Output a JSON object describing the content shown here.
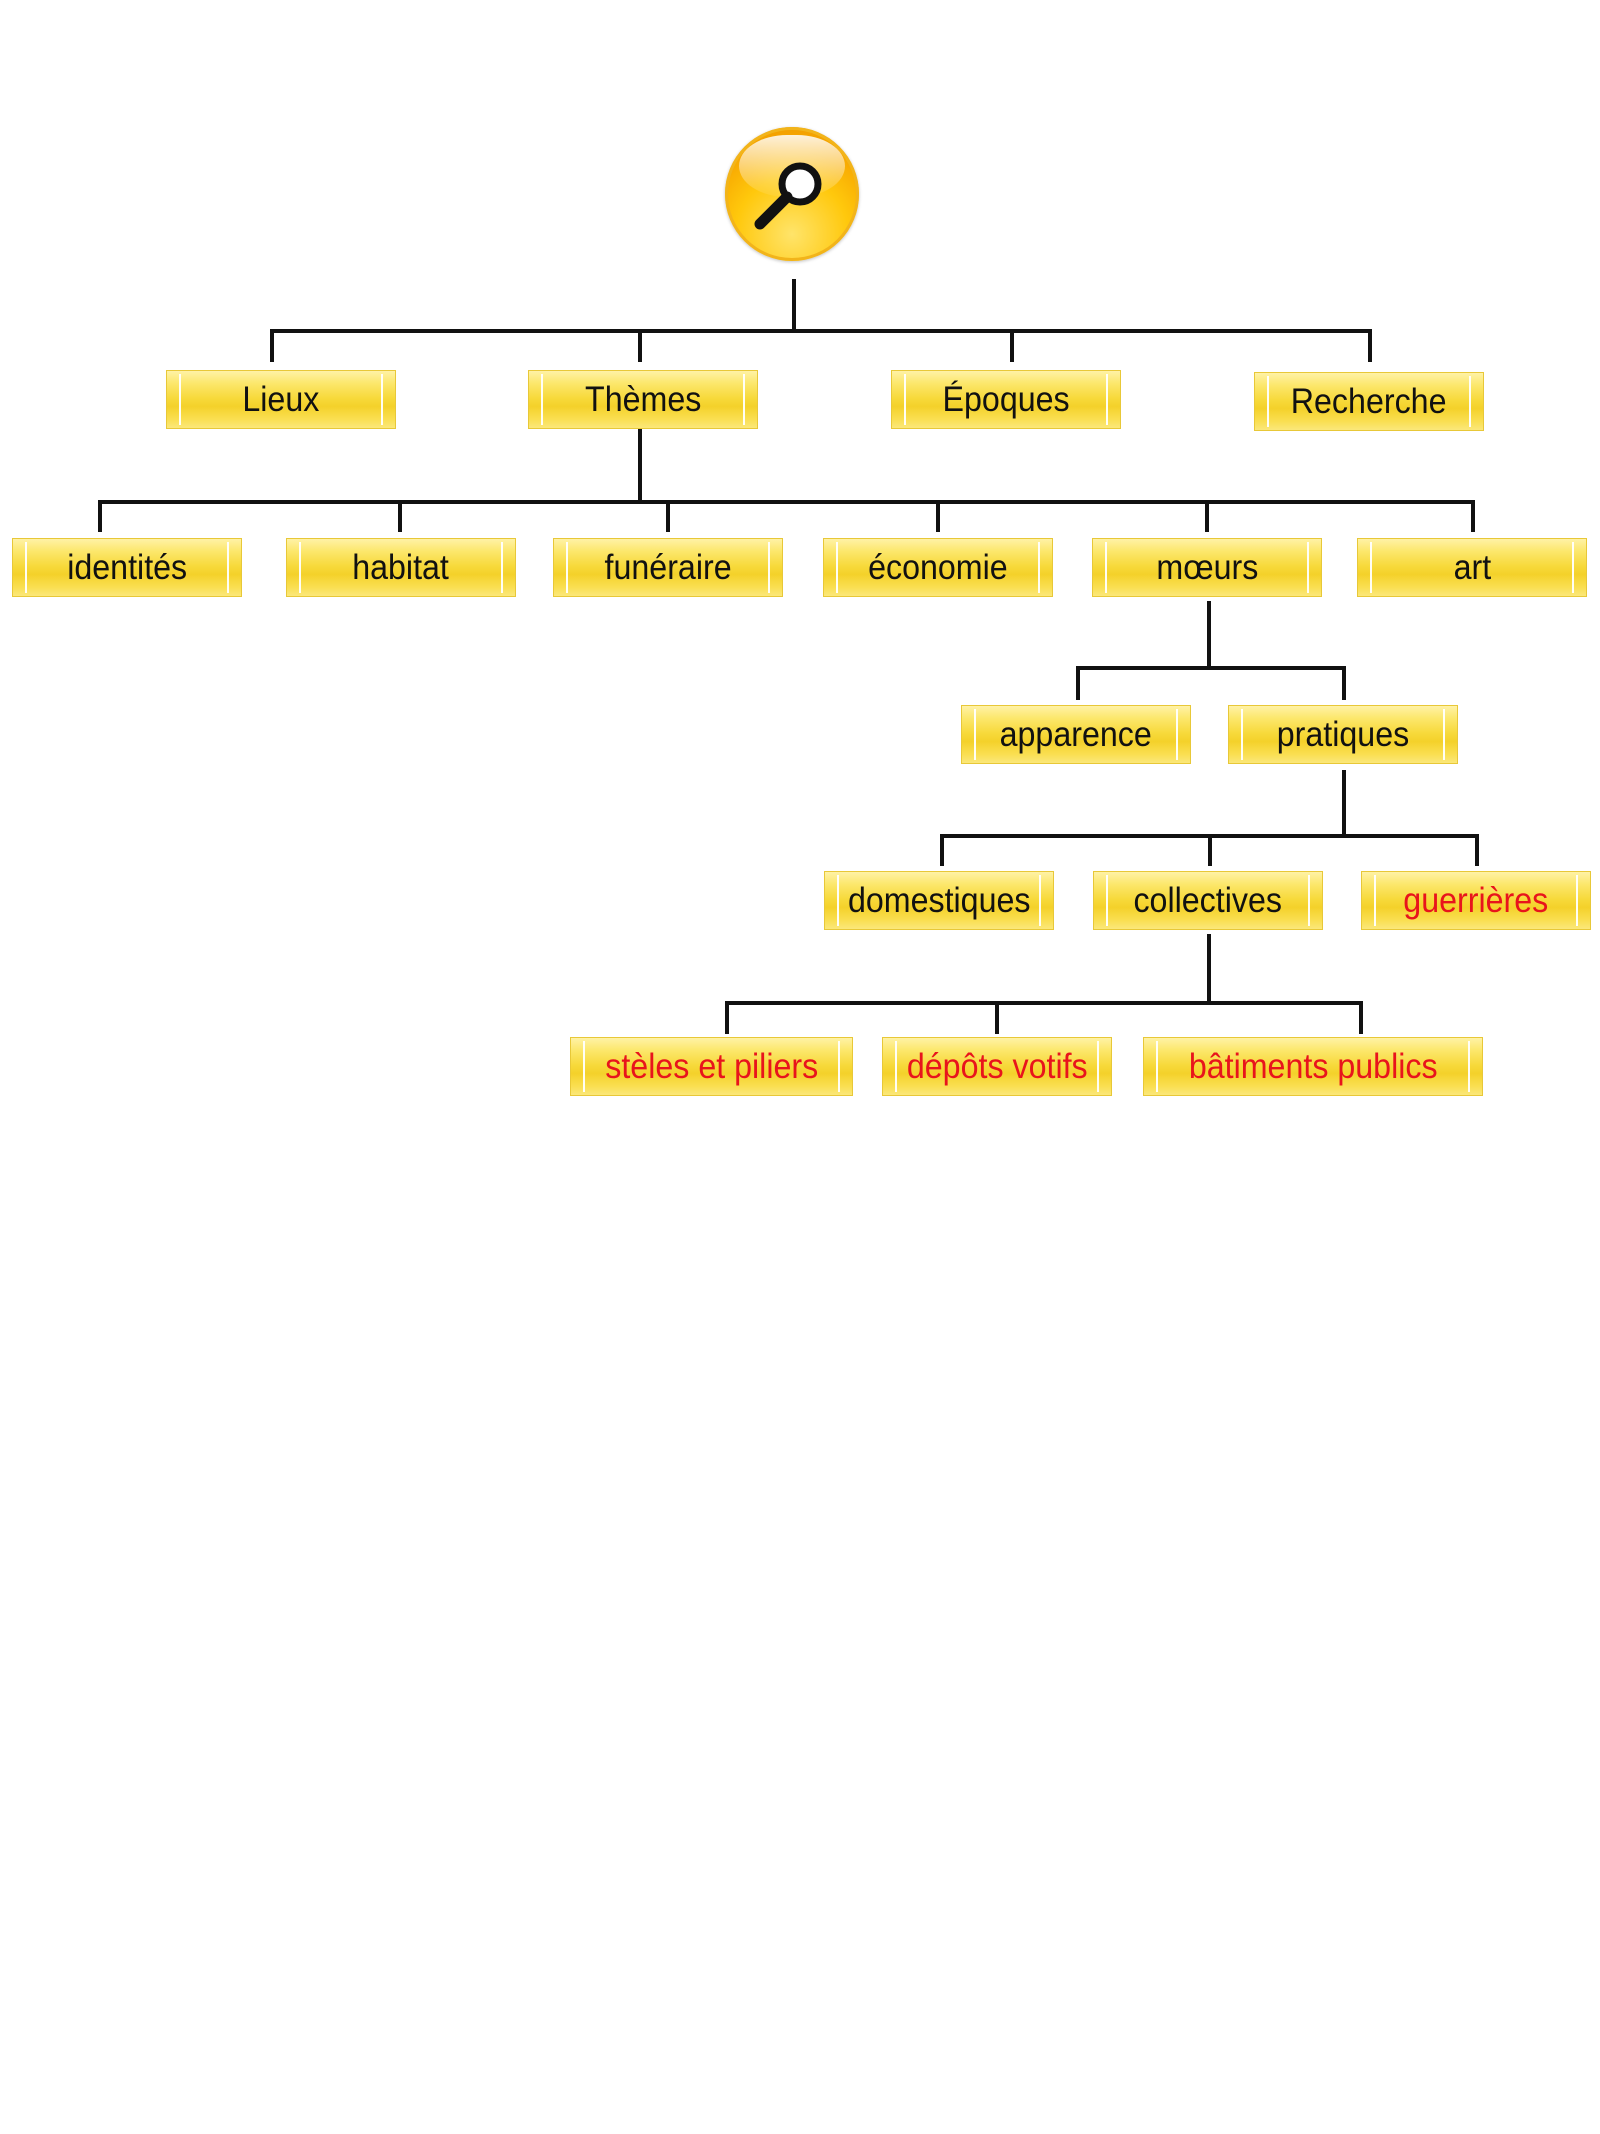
{
  "root": {
    "icon": "search-icon"
  },
  "level1": [
    {
      "id": "lieux",
      "label": "Lieux"
    },
    {
      "id": "themes",
      "label": "Thèmes"
    },
    {
      "id": "epoques",
      "label": "Époques"
    },
    {
      "id": "recherche",
      "label": "Recherche"
    }
  ],
  "themes": [
    {
      "id": "identites",
      "label": "identités"
    },
    {
      "id": "habitat",
      "label": "habitat"
    },
    {
      "id": "funeraire",
      "label": "funéraire"
    },
    {
      "id": "economie",
      "label": "économie"
    },
    {
      "id": "moeurs",
      "label": "mœurs"
    },
    {
      "id": "art",
      "label": "art"
    }
  ],
  "moeurs": [
    {
      "id": "apparence",
      "label": "apparence"
    },
    {
      "id": "pratiques",
      "label": "pratiques"
    }
  ],
  "pratiques": [
    {
      "id": "domestiques",
      "label": "domestiques"
    },
    {
      "id": "collectives",
      "label": "collectives"
    },
    {
      "id": "guerrieres",
      "label": "guerrières"
    }
  ],
  "collectives": [
    {
      "id": "steles-et-piliers",
      "label": "stèles et piliers"
    },
    {
      "id": "depots-votifs",
      "label": "dépôts votifs"
    },
    {
      "id": "batiments-publics",
      "label": "bâtiments publics"
    }
  ],
  "colors": {
    "node_fill": "#f7d93a",
    "node_border": "#e8c838",
    "text_default": "#111111",
    "text_highlight": "#e8141c",
    "connector": "#111111",
    "root_fill": "#ffc80c"
  }
}
